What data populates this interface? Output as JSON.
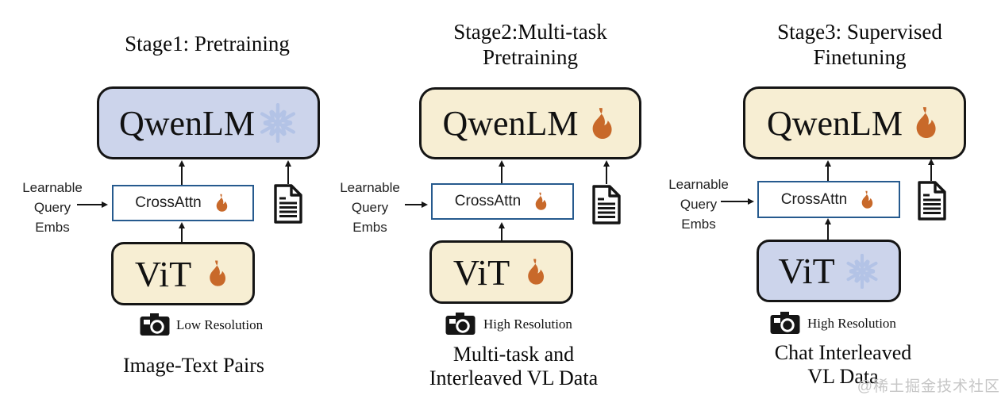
{
  "watermark": "@稀土掘金技术社区",
  "colors": {
    "frozen_fill": "#ccd4eb",
    "trainable_fill": "#f7eed3",
    "cross_attn_border": "#265a8e",
    "flame": "#c8692a",
    "snowflake": "#b3c3e6",
    "ink": "#151515",
    "watermark_gray": "#c6c6c6"
  },
  "icons": {
    "flame": "flame-icon (trainable module)",
    "snowflake": "snowflake-icon (frozen module)",
    "camera": "camera-icon (image input)",
    "document": "text-document-icon (text input)"
  },
  "shared": {
    "qwen_label": "QwenLM",
    "vit_label": "ViT",
    "cross_attn_label": "CrossAttn",
    "learnable_line1": "Learnable",
    "learnable_line2": "Query",
    "learnable_line3": "Embs"
  },
  "stages": [
    {
      "title_line1": "Stage1: Pretraining",
      "title_line2": "",
      "qwen_state": "frozen",
      "vit_state": "trainable",
      "resolution": "Low Resolution",
      "caption_line1": "Image-Text Pairs",
      "caption_line2": ""
    },
    {
      "title_line1": "Stage2:Multi-task",
      "title_line2": "Pretraining",
      "qwen_state": "trainable",
      "vit_state": "trainable",
      "resolution": "High Resolution",
      "caption_line1": "Multi-task and",
      "caption_line2": "Interleaved VL Data"
    },
    {
      "title_line1": "Stage3: Supervised",
      "title_line2": "Finetuning",
      "qwen_state": "trainable",
      "vit_state": "frozen",
      "resolution": "High Resolution",
      "caption_line1": "Chat Interleaved",
      "caption_line2": "VL Data"
    }
  ]
}
